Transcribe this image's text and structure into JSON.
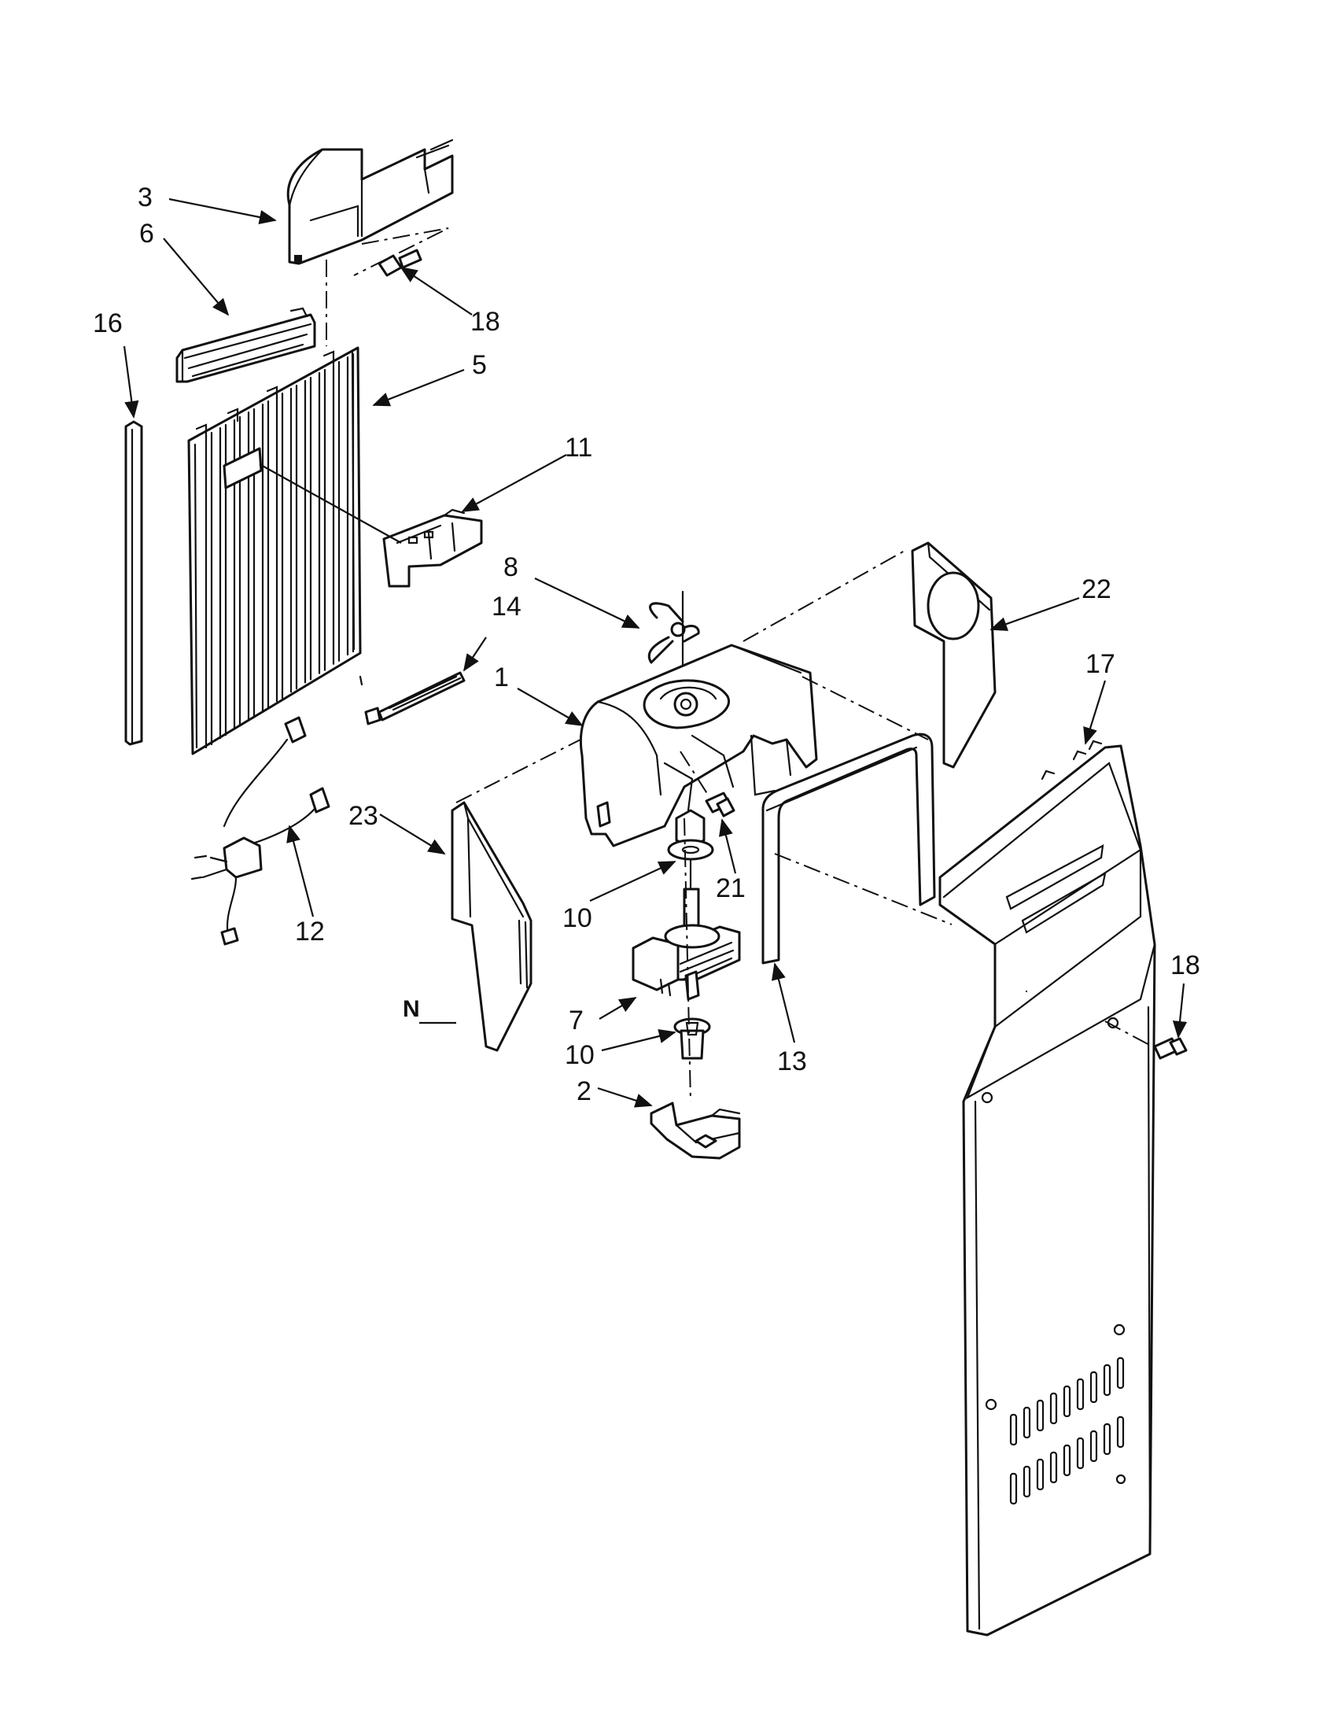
{
  "callouts": [
    {
      "id": "c3",
      "label": "3"
    },
    {
      "id": "c6",
      "label": "6"
    },
    {
      "id": "c18a",
      "label": "18"
    },
    {
      "id": "c16",
      "label": "16"
    },
    {
      "id": "c5",
      "label": "5"
    },
    {
      "id": "c11",
      "label": "11"
    },
    {
      "id": "c8",
      "label": "8"
    },
    {
      "id": "c14",
      "label": "14"
    },
    {
      "id": "c1",
      "label": "1"
    },
    {
      "id": "c22",
      "label": "22"
    },
    {
      "id": "c17",
      "label": "17"
    },
    {
      "id": "c23",
      "label": "23"
    },
    {
      "id": "c21",
      "label": "21"
    },
    {
      "id": "c10a",
      "label": "10"
    },
    {
      "id": "c12",
      "label": "12"
    },
    {
      "id": "c13",
      "label": "13"
    },
    {
      "id": "c18b",
      "label": "18"
    },
    {
      "id": "c7",
      "label": "7"
    },
    {
      "id": "c10b",
      "label": "10"
    },
    {
      "id": "c2",
      "label": "2"
    }
  ],
  "marker": "N"
}
